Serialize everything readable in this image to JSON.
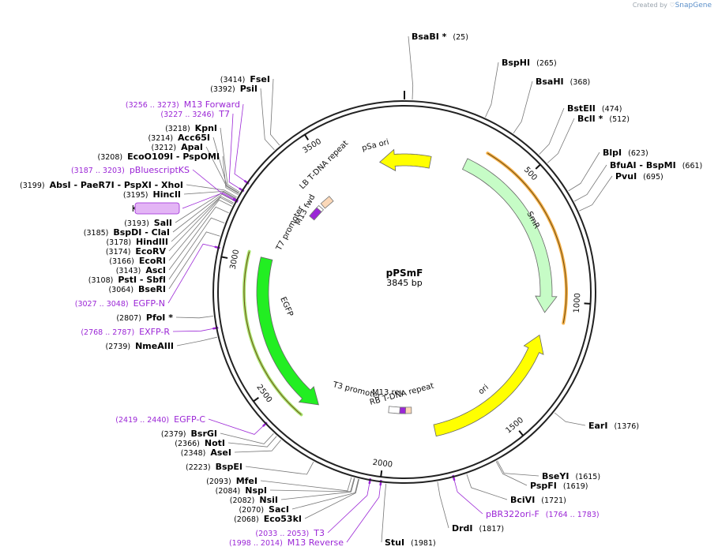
{
  "credit": {
    "prefix": "Created by",
    "brand": "SnapGene"
  },
  "plasmid": {
    "name": "pPSmF",
    "length_label": "3845 bp",
    "length": 3845
  },
  "colors": {
    "primer": "#9b26d6",
    "backbone": "#222222",
    "enzyme_line": "#777777"
  },
  "ticks": [
    "500",
    "1000",
    "1500",
    "2000",
    "2500",
    "3000",
    "3500"
  ],
  "enzymes": [
    {
      "name": "BsaBI",
      "pos": "(25)",
      "star": true
    },
    {
      "name": "BspHI",
      "pos": "(265)"
    },
    {
      "name": "BsaHI",
      "pos": "(368)"
    },
    {
      "name": "BstEII",
      "pos": "(474)"
    },
    {
      "name": "BclI",
      "pos": "(512)",
      "star": true
    },
    {
      "name": "BlpI",
      "pos": "(623)"
    },
    {
      "name": "BfuAI",
      "name2": "BspMI",
      "pos": "(661)"
    },
    {
      "name": "PvuI",
      "pos": "(695)"
    },
    {
      "name": "EarI",
      "pos": "(1376)"
    },
    {
      "name": "BseYI",
      "pos": "(1615)"
    },
    {
      "name": "PspFI",
      "pos": "(1619)"
    },
    {
      "name": "BciVI",
      "pos": "(1721)"
    },
    {
      "name": "DrdI",
      "pos": "(1817)"
    },
    {
      "name": "StuI",
      "pos": "(1981)"
    },
    {
      "name": "Eco53kI",
      "pos": "(2068)"
    },
    {
      "name": "SacI",
      "pos": "(2070)"
    },
    {
      "name": "NsiI",
      "pos": "(2082)"
    },
    {
      "name": "NspI",
      "pos": "(2084)"
    },
    {
      "name": "MfeI",
      "pos": "(2093)"
    },
    {
      "name": "BspEI",
      "pos": "(2223)"
    },
    {
      "name": "AseI",
      "pos": "(2348)"
    },
    {
      "name": "NotI",
      "pos": "(2366)"
    },
    {
      "name": "BsrGI",
      "pos": "(2379)"
    },
    {
      "name": "NmeAIII",
      "pos": "(2739)"
    },
    {
      "name": "PfoI",
      "pos": "(2807)",
      "star": true
    },
    {
      "name": "BseRI",
      "pos": "(3064)"
    },
    {
      "name": "PstI",
      "name2": "SbfI",
      "pos": "(3108)"
    },
    {
      "name": "AscI",
      "pos": "(3143)"
    },
    {
      "name": "EcoRI",
      "pos": "(3166)"
    },
    {
      "name": "EcoRV",
      "pos": "(3174)"
    },
    {
      "name": "HindIII",
      "pos": "(3178)"
    },
    {
      "name": "BspDI",
      "name2": "ClaI",
      "pos": "(3185)"
    },
    {
      "name": "SalI",
      "pos": "(3193)"
    },
    {
      "name": "HincII",
      "pos": "(3195)"
    },
    {
      "name": "AbsI",
      "name2": "PaeR7I",
      "name3": "PspXI",
      "name4": "XhoI",
      "pos": "(3199)"
    },
    {
      "name": "EcoO109I",
      "name2": "PspOMI",
      "pos": "(3208)"
    },
    {
      "name": "ApaI",
      "pos": "(3212)"
    },
    {
      "name": "Acc65I",
      "pos": "(3214)"
    },
    {
      "name": "KpnI",
      "pos": "(3218)"
    },
    {
      "name": "PsiI",
      "pos": "(3392)"
    },
    {
      "name": "FseI",
      "pos": "(3414)"
    }
  ],
  "primers": [
    {
      "name": "M13 Forward",
      "pos": "(3256 .. 3273)"
    },
    {
      "name": "T7",
      "pos": "(3227 .. 3246)"
    },
    {
      "name": "pBluescriptKS",
      "pos": "(3187 .. 3203)"
    },
    {
      "name": "KS primer",
      "pos": ""
    },
    {
      "name": "EGFP-N",
      "pos": "(3027 .. 3048)"
    },
    {
      "name": "EXFP-R",
      "pos": "(2768 .. 2787)"
    },
    {
      "name": "EGFP-C",
      "pos": "(2419 .. 2440)"
    },
    {
      "name": "T3",
      "pos": "(2033 .. 2053)"
    },
    {
      "name": "M13 Reverse",
      "pos": "(1998 .. 2014)"
    },
    {
      "name": "pBR322ori-F",
      "pos": "(1764 .. 1783)"
    }
  ],
  "features": [
    {
      "name": "pSa ori",
      "start": 3730,
      "end": 120,
      "dir": "ccw",
      "fill": "#ffff00",
      "track": "inner2"
    },
    {
      "name": "SmR",
      "start": 270,
      "end": 1050,
      "dir": "cw",
      "fill": "#c6fcc6",
      "track": "inner1"
    },
    {
      "name": "ori",
      "start": 1150,
      "end": 1790,
      "dir": "ccw",
      "fill": "#ffff00",
      "track": "inner1"
    },
    {
      "name": "EGFP",
      "start": 2320,
      "end": 3030,
      "dir": "ccw",
      "fill": "#22ee22",
      "track": "inner1"
    },
    {
      "name": "LB T-DNA repeat",
      "pos": 3410,
      "fill": "#fbd8b8"
    },
    {
      "name": "T7 promoter",
      "pos": 3340,
      "fill": "#ffffff"
    },
    {
      "name": "M13 fwd",
      "pos": 3325,
      "fill": "#9b26d6"
    },
    {
      "name": "RB T-DNA repeat",
      "pos": 1915,
      "fill": "#fbd8b8"
    },
    {
      "name": "M13 rev",
      "pos": 1945,
      "fill": "#9b26d6"
    },
    {
      "name": "T3 promoter",
      "pos": 1975,
      "fill": "#ffffff"
    }
  ]
}
